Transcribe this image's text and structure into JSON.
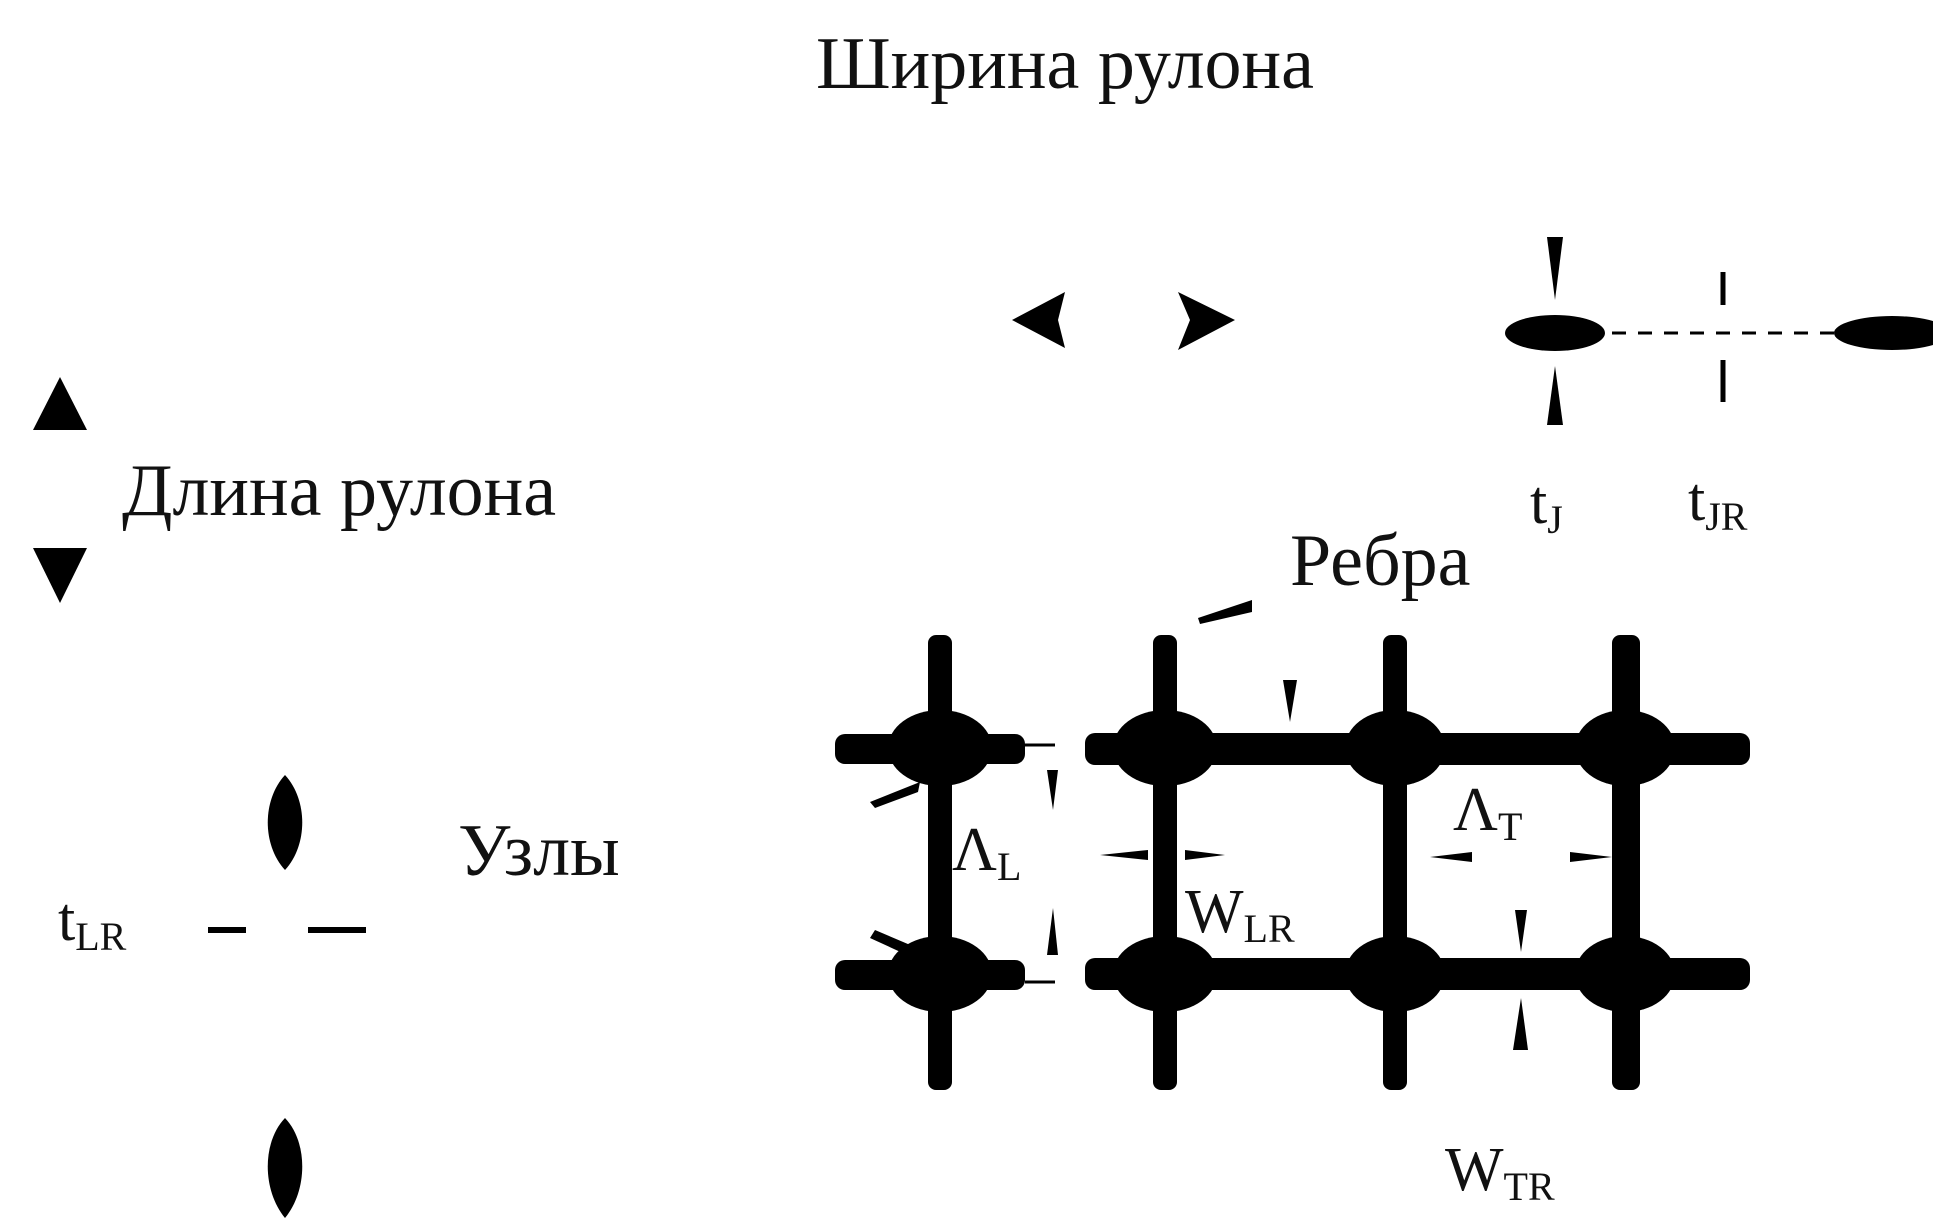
{
  "labels": {
    "roll_width": "Ширина рулона",
    "roll_length": "Длина рулона",
    "ribs": "Ребра",
    "nodes": "Узлы"
  },
  "symbols": {
    "t_j_main": "t",
    "t_j_sub": "J",
    "t_jr_main": "t",
    "t_jr_sub": "JR",
    "t_lr_main": "t",
    "t_lr_sub": "LR",
    "lambda_l_main": "Λ",
    "lambda_l_sub": "L",
    "lambda_t_main": "Λ",
    "lambda_t_sub": "T",
    "w_lr_main": "W",
    "w_lr_sub": "LR",
    "w_tr_main": "W",
    "w_tr_sub": "TR"
  },
  "colors": {
    "ink": "#000000",
    "background": "#ffffff"
  }
}
